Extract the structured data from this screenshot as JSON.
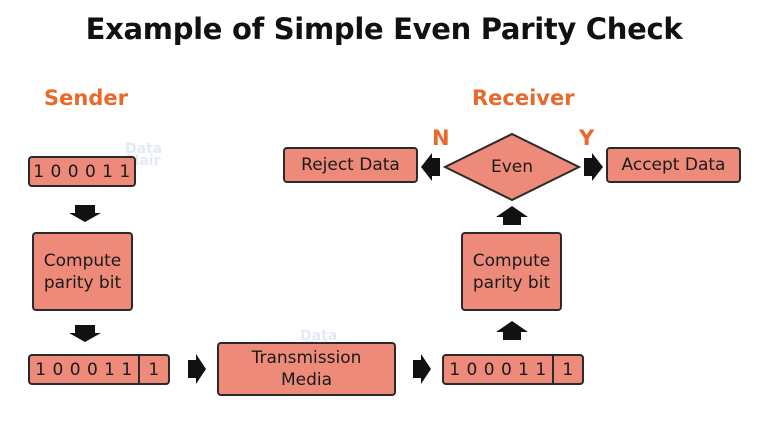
{
  "title": "Example of Simple Even Parity Check",
  "sender_label": "Sender",
  "receiver_label": "Receiver",
  "sender": {
    "data_bits": "1 0 0 0 1 1",
    "compute_label_line1": "Compute",
    "compute_label_line2": "parity bit",
    "out_bits": "1 0 0 0 1 1",
    "out_parity": "1"
  },
  "transmission": {
    "line1": "Transmission",
    "line2": "Media"
  },
  "receiver": {
    "in_bits": "1 0 0 0 1 1",
    "in_parity": "1",
    "compute_label_line1": "Compute",
    "compute_label_line2": "parity bit",
    "decision": "Even",
    "no_label": "N",
    "yes_label": "Y",
    "reject": "Reject Data",
    "accept": "Accept Data"
  },
  "watermark": {
    "line1": "Data",
    "line2": "Flair"
  },
  "colors": {
    "box_fill": "#ee8a7a",
    "border": "#2a2a2a",
    "accent": "#e8692a"
  }
}
